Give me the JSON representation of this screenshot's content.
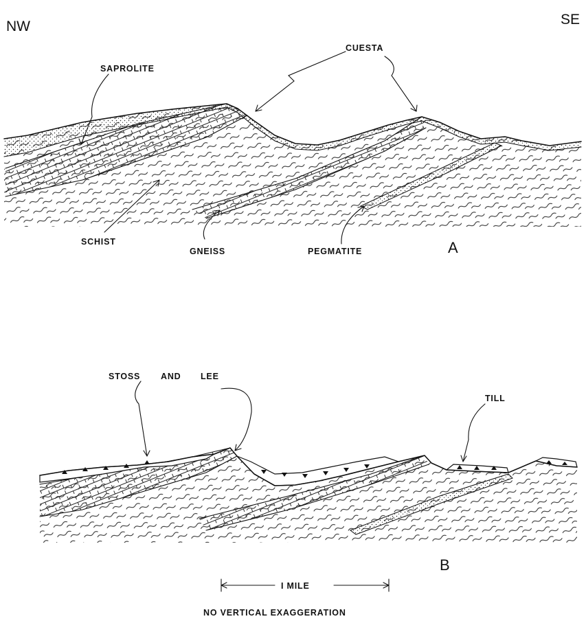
{
  "direction": {
    "left": "NW",
    "right": "SE"
  },
  "section_a": {
    "panel_label": "A",
    "labels": {
      "saprolite": "SAPROLITE",
      "cuesta": "CUESTA",
      "schist": "SCHIST",
      "gneiss": "GNEISS",
      "pegmatite": "PEGMATITE"
    }
  },
  "section_b": {
    "panel_label": "B",
    "labels": {
      "stoss": "STOSS",
      "and": "AND",
      "lee": "LEE",
      "till": "TILL"
    }
  },
  "scale": {
    "distance": "I MILE",
    "note": "NO VERTICAL EXAGGERATION"
  }
}
